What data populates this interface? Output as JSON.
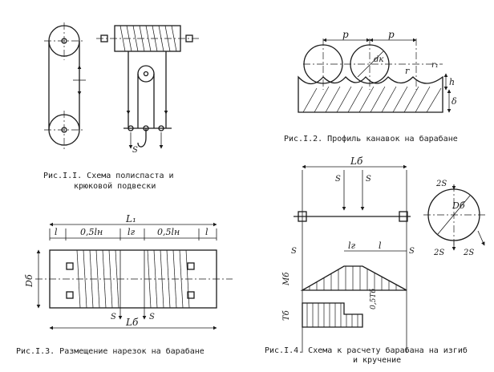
{
  "figures": {
    "fig1": {
      "caption_line1": "Рис.I.I. Схема полиспаста и",
      "caption_line2": "крюковой подвески",
      "label_s": "S"
    },
    "fig2": {
      "caption": "Рис.I.2. Профиль канавок на барабане",
      "label_p1": "p",
      "label_p2": "p",
      "label_dk": "dк",
      "label_r": "r",
      "label_r1": "r₁",
      "label_h": "h",
      "label_d": "δ"
    },
    "fig3": {
      "caption": "Рис.I.3. Размещение нарезок на барабане",
      "label_L1": "L₁",
      "label_l_left": "l",
      "label_05Ln_left": "0,5lн",
      "label_lr": "lг",
      "label_05Ln_right": "0,5lн",
      "label_l_right": "l",
      "label_Db": "Dб",
      "label_S_left": "S",
      "label_S_right": "S",
      "label_Lb": "Lб"
    },
    "fig4": {
      "caption_line1": "Рис.I.4. Схема к расчету барабана на изгиб",
      "caption_line2": "и кручение",
      "label_Lb": "Lб",
      "label_S_top_left": "S",
      "label_S_top_right": "S",
      "label_S_left": "S",
      "label_S_right": "S",
      "label_lr": "lг",
      "label_l": "l",
      "label_Mb": "Мб",
      "label_Tb": "Тб",
      "label_Tb_val": "0,5Тб",
      "label_2S_top": "2S",
      "label_Db": "Dб",
      "label_2S_bottom_left": "2S",
      "label_2S_bottom_right": "2S"
    }
  }
}
